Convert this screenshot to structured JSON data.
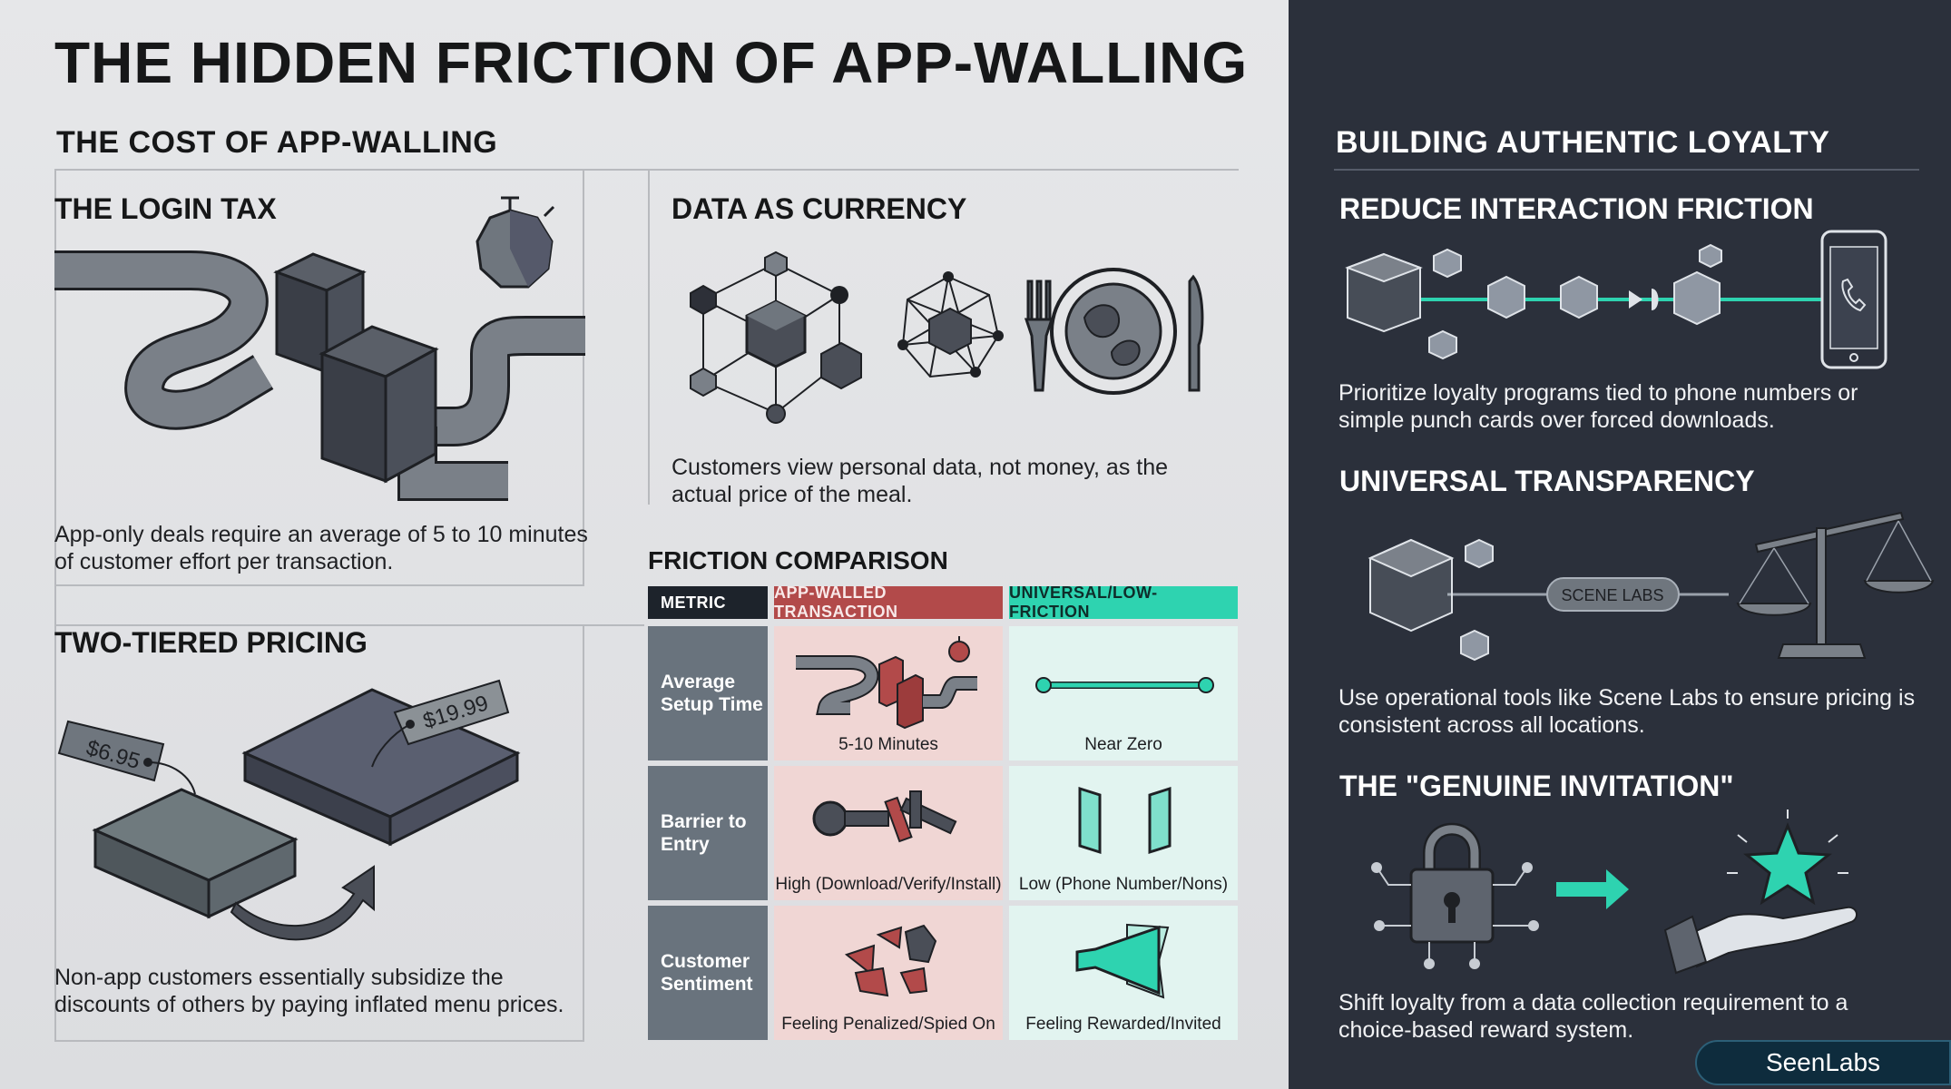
{
  "title": "THE HIDDEN FRICTION OF APP-WALLING",
  "left_section": {
    "title": "THE COST OF APP-WALLING",
    "login_tax": {
      "title": "THE LOGIN TAX",
      "text": "App-only deals require an average of 5 to 10 minutes of customer effort per transaction."
    },
    "data_currency": {
      "title": "DATA AS CURRENCY",
      "text": "Customers view personal data, not money, as the actual price of the meal."
    },
    "two_tier": {
      "title": "TWO-TIERED PRICING",
      "price_low": "$6.95",
      "price_high": "$19.99",
      "text": "Non-app customers essentially subsidize the discounts of others by paying inflated menu prices."
    },
    "comparison": {
      "title": "FRICTION COMPARISON",
      "headers": [
        "METRIC",
        "APP-WALLED TRANSACTION",
        "UNIVERSAL/LOW-FRICTION"
      ],
      "rows": [
        {
          "metric": "Average Setup Time",
          "app": "5-10 Minutes",
          "universal": "Near Zero"
        },
        {
          "metric": "Barrier to Entry",
          "app": "High (Download/Verify/Install)",
          "universal": "Low (Phone Number/Nons)"
        },
        {
          "metric": "Customer Sentiment",
          "app": "Feeling Penalized/Spied On",
          "universal": "Feeling Rewarded/Invited"
        }
      ]
    }
  },
  "right_section": {
    "title": "BUILDING AUTHENTIC LOYALTY",
    "items": [
      {
        "title": "REDUCE INTERACTION FRICTION",
        "text": "Prioritize loyalty programs tied to phone numbers or simple punch cards over forced downloads."
      },
      {
        "title": "UNIVERSAL TRANSPARENCY",
        "text": "Use operational tools like Scene Labs to ensure pricing is consistent across all locations.",
        "label": "SCENE LABS"
      },
      {
        "title": "THE \"GENUINE INVITATION\"",
        "text": "Shift loyalty from a data collection requirement to a choice-based reward system."
      }
    ],
    "badge": "SeenLabs"
  },
  "colors": {
    "dark_panel": "#2b303b",
    "teal": "#2ed3b0",
    "red": "#b24a4a",
    "slate": "#69737d"
  }
}
